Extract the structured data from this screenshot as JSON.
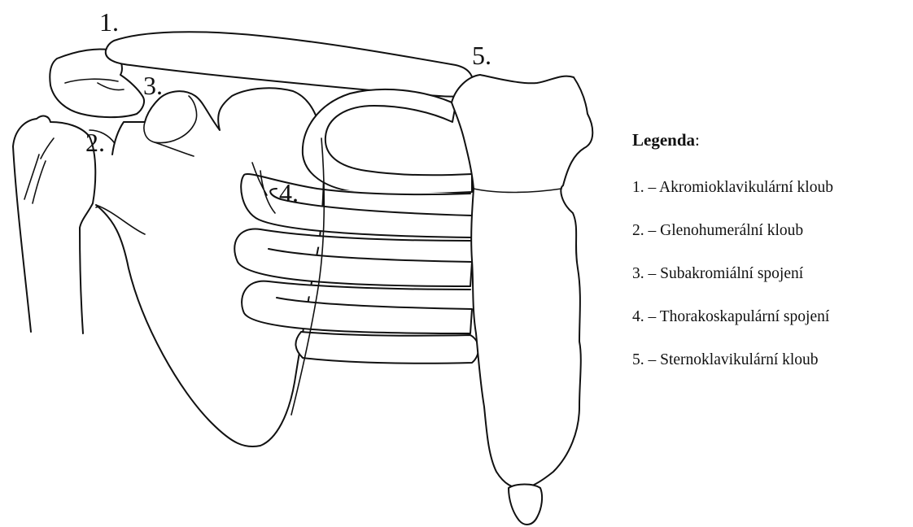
{
  "diagram": {
    "labels": [
      {
        "id": "1",
        "text": "1."
      },
      {
        "id": "2",
        "text": "2."
      },
      {
        "id": "3",
        "text": "3."
      },
      {
        "id": "4",
        "text": "4."
      },
      {
        "id": "5",
        "text": "5."
      }
    ]
  },
  "legend": {
    "title": "Legenda",
    "title_suffix": ":",
    "items": [
      "1. – Akromioklavikulární kloub",
      "2. – Glenohumerální kloub",
      "3. – Subakromiální spojení",
      "4. – Thorakoskapulární spojení",
      "5. – Sternoklavikulární kloub"
    ]
  }
}
